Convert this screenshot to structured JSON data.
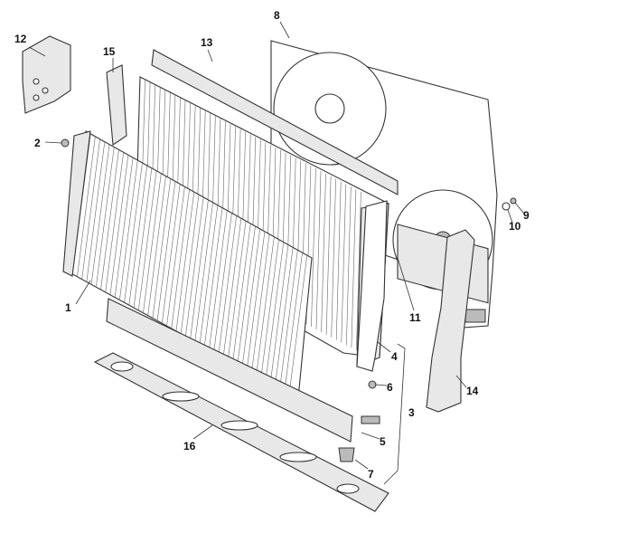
{
  "diagram": {
    "title": "Radiator, condenser and cooling fan assembly (exploded view)",
    "callouts": [
      "1",
      "2",
      "3",
      "4",
      "5",
      "6",
      "7",
      "8",
      "9",
      "10",
      "11",
      "12",
      "13",
      "14",
      "15",
      "16"
    ]
  }
}
